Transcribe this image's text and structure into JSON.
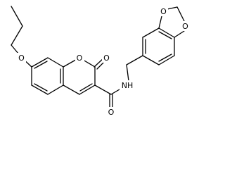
{
  "molecule": {
    "atoms": {
      "o_ring": "O",
      "o_carbonyl": "O",
      "o_propoxy": "O",
      "o_amide": "O",
      "nh": "NH",
      "o_dioxole_top": "O",
      "o_dioxole_right": "O"
    }
  },
  "colors": {
    "bond": "#000000",
    "background": "#ffffff"
  }
}
